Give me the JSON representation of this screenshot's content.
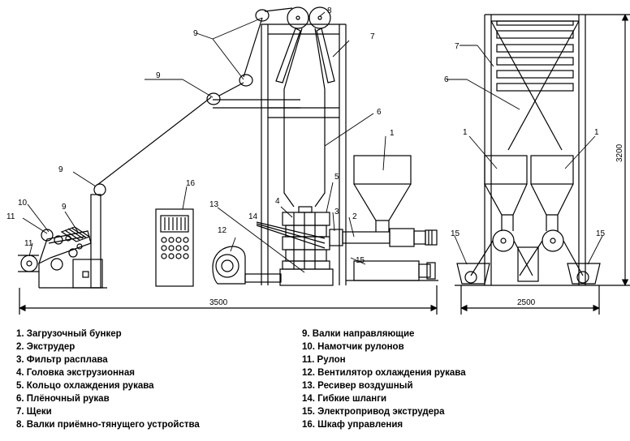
{
  "labels": {
    "n1": "1",
    "n2": "2",
    "n3": "3",
    "n4": "4",
    "n5": "5",
    "n6": "6",
    "n7": "7",
    "n8": "8",
    "n9": "9",
    "n10": "10",
    "n11": "11",
    "n12": "12",
    "n13": "13",
    "n14": "14",
    "n15": "15",
    "n16": "16"
  },
  "dimensions": {
    "width_front": "3500",
    "width_side": "2500",
    "height_side": "3200"
  },
  "legend": [
    "1. Загрузочный бункер",
    "2. Экструдер",
    "3. Фильтр расплава",
    "4. Головка экструзионная",
    "5. Кольцо охлаждения рукава",
    "6. Плёночный рукав",
    "7. Щеки",
    "8. Валки приёмно-тянущего устройства",
    "9. Валки направляющие",
    "10. Намотчик рулонов",
    "11. Рулон",
    "12. Вентилятор охлаждения рукава",
    "13. Ресивер воздушный",
    "14. Гибкие шланги",
    "15. Электропривод экструдера",
    "16. Шкаф управления"
  ]
}
